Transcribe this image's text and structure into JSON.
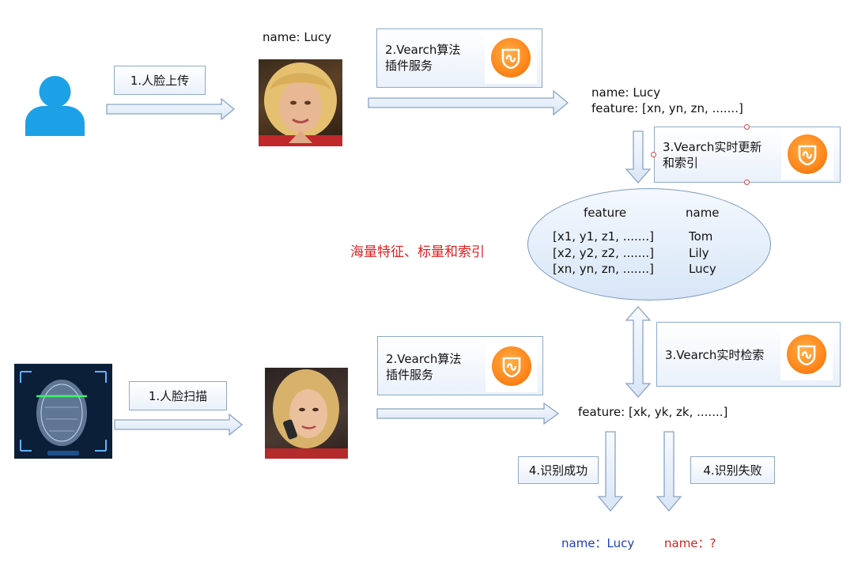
{
  "top": {
    "photo_caption": "name: Lucy",
    "step1_label": "1.人脸上传",
    "step2_label": "2.Vearch算法\n插件服务",
    "result_name": "name: Lucy",
    "result_feature": "feature: [xn, yn, zn, .......]",
    "step3_label": "3.Vearch实时更新\n和索引"
  },
  "index": {
    "header_feature": "feature",
    "header_name": "name",
    "rows": [
      {
        "feature": "[x1, y1, z1, .......]",
        "name": "Tom"
      },
      {
        "feature": "[x2, y2, z2, .......]",
        "name": "Lily"
      },
      {
        "feature": "[xn, yn, zn, .......]",
        "name": "Lucy"
      }
    ],
    "side_note": "海量特征、标量和索引",
    "side_note_color": "#e02020"
  },
  "bottom": {
    "step1_label": "1.人脸扫描",
    "step2_label": "2.Vearch算法\n插件服务",
    "step3_label": "3.Vearch实时检索",
    "query_feature": "feature: [xk, yk, zk, .......]",
    "success_label": "4.识别成功",
    "fail_label": "4.识别失败",
    "success_result": "name：Lucy",
    "fail_result": "name：?",
    "success_color": "#1f3fbf",
    "fail_color": "#d42020"
  },
  "icons": {
    "user": "user-silhouette-icon",
    "face_scan": "face-scan-icon",
    "logo": "vearch-logo-icon"
  },
  "colors": {
    "arrow_fill": "#e6eefa",
    "arrow_stroke": "#8aa3c4",
    "box_border": "#8fa9c8",
    "user_icon": "#1da1e6",
    "logo_orange": "#ff8a1f"
  }
}
